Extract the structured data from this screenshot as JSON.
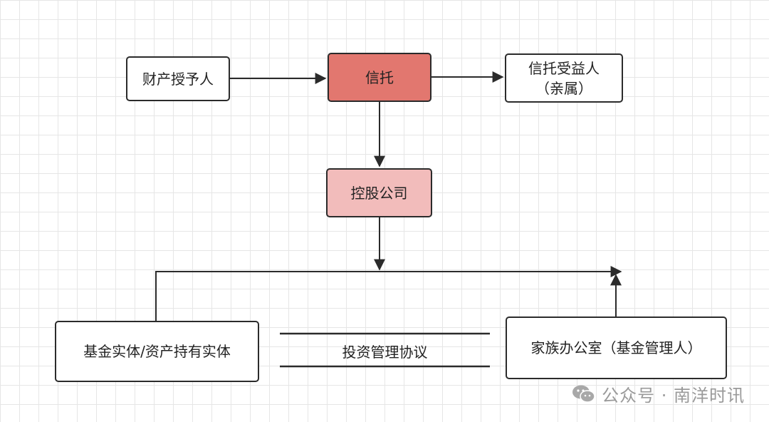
{
  "diagram": {
    "nodes": {
      "grantor": "财产授予人",
      "trust": "信托",
      "beneficiary_line1": "信托受益人",
      "beneficiary_line2": "（亲属）",
      "holding": "控股公司",
      "fund_entity": "基金实体/资产持有实体",
      "family_office": "家族办公室（基金管理人）"
    },
    "agreement_label": "投资管理协议"
  },
  "watermark": {
    "text": "公众号 · 南洋时讯",
    "icon": "wechat-icon"
  },
  "colors": {
    "trust_fill": "#e2776f",
    "holding_fill": "#f2bcbb",
    "line": "#2b2b2b"
  }
}
